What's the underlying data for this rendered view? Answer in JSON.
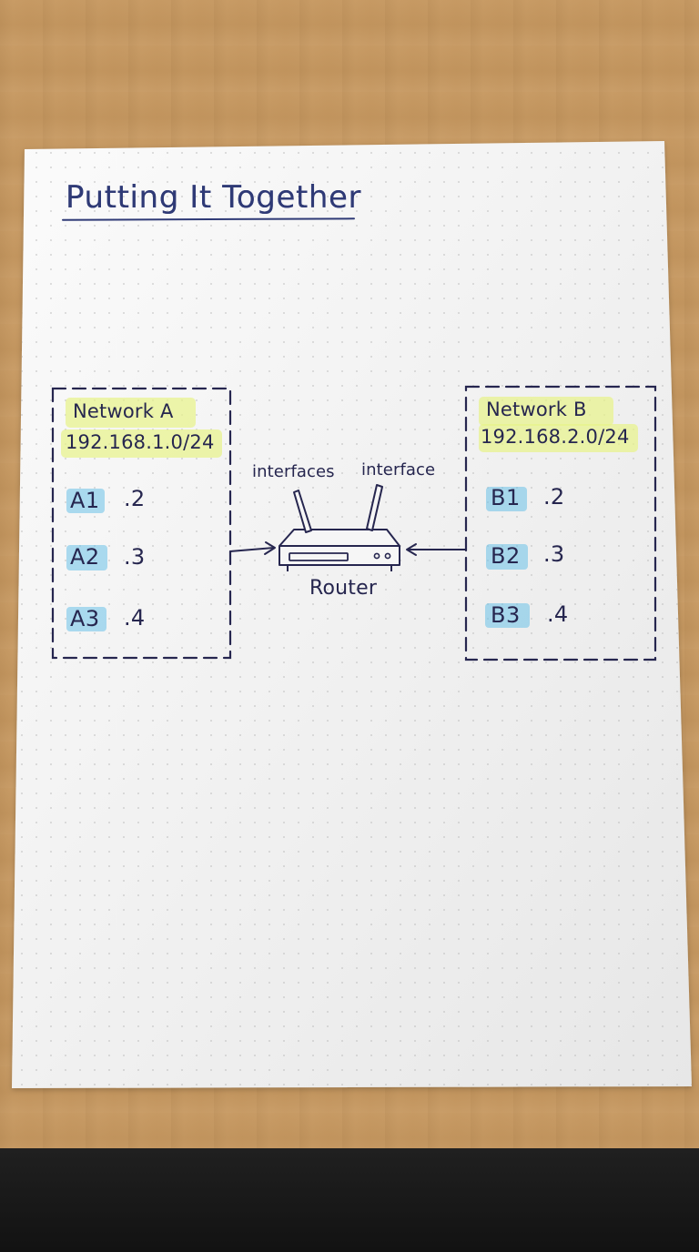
{
  "title": "Putting It Together",
  "networks": [
    {
      "name": "Network A",
      "subnet": "192.168.1.0/24",
      "hosts": [
        {
          "label": "A1",
          "ip": ".2"
        },
        {
          "label": "A2",
          "ip": ".3"
        },
        {
          "label": "A3",
          "ip": ".4"
        }
      ]
    },
    {
      "name": "Network B",
      "subnet": "192.168.2.0/24",
      "hosts": [
        {
          "label": "B1",
          "ip": ".2"
        },
        {
          "label": "B2",
          "ip": ".3"
        },
        {
          "label": "B3",
          "ip": ".4"
        }
      ]
    }
  ],
  "router": {
    "label": "Router",
    "left_annotation": "interfaces",
    "right_annotation": "interface"
  },
  "colors": {
    "ink": "#26264f",
    "title_ink": "#2f3a76",
    "yellow_highlight": "#e8f38a",
    "blue_highlight": "#69c1e7",
    "paper": "#f2f2f2",
    "desk": "#c89a62"
  }
}
